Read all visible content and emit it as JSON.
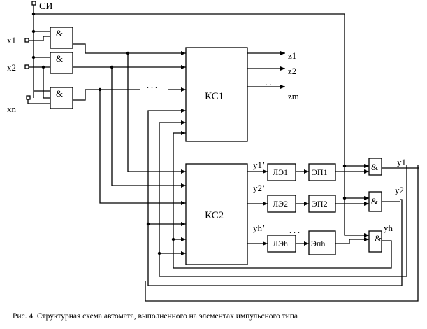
{
  "signals": {
    "si": "СИ",
    "x1": "x1",
    "x2": "x2",
    "xn": "xn",
    "z1": "z1",
    "z2": "z2",
    "zm": "zm",
    "y1": "y1",
    "y2": "y2",
    "yh": "yh",
    "y1p": "y1’",
    "y2p": "y2’",
    "yhp": "yh’"
  },
  "blocks": {
    "and_gate": "&",
    "ks1": "КС1",
    "ks2": "КС2",
    "le1": "ЛЭ1",
    "le2": "ЛЭ2",
    "leh": "ЛЭh",
    "ep1": "ЭП1",
    "ep2": "ЭП2",
    "eph": "Эпh"
  },
  "ellipsis": ". . .",
  "caption": "Рис. 4. Структурная схема автомата, выполненного на элементах импульсного типа"
}
